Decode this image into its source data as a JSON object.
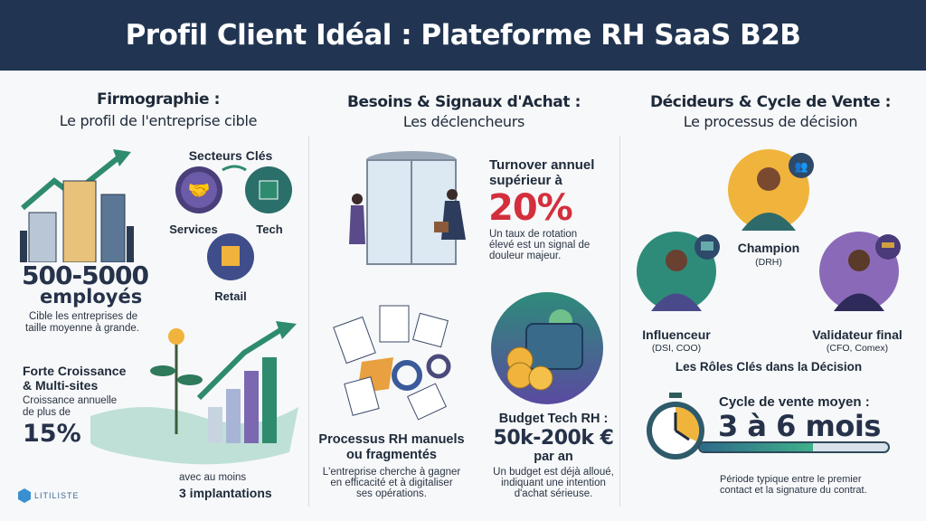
{
  "header": {
    "title": "Profil Client Idéal : Plateforme RH SaaS B2B"
  },
  "colors": {
    "header_bg": "#213552",
    "accent_red": "#d32f3c",
    "green": "#2e8b6e",
    "purple": "#6a4fa0",
    "gold": "#f0b43c"
  },
  "firmographie": {
    "title": "Firmographie :",
    "subtitle": "Le profil de l'entreprise cible",
    "sectors_title": "Secteurs Clés",
    "sectors": [
      {
        "label": "Services",
        "icon": "handshake-icon"
      },
      {
        "label": "Tech",
        "icon": "cloud-chip-icon"
      },
      {
        "label": "Retail",
        "icon": "shopping-bag-icon"
      }
    ],
    "size_value": "500-5000",
    "size_unit": "employés",
    "size_desc": [
      "Cible les entreprises de",
      "taille moyenne à grande."
    ],
    "growth_title": [
      "Forte Croissance",
      "& Multi-sites"
    ],
    "growth_desc": [
      "Croissance annuelle",
      "de plus de"
    ],
    "growth_value": "15%",
    "sites_desc": "avec au moins",
    "sites_value": "3 implantations",
    "logo": "LITILISTE"
  },
  "besoins": {
    "title": "Besoins & Signaux d'Achat :",
    "subtitle": "Les déclencheurs",
    "turnover_title": [
      "Turnover annuel",
      "supérieur à"
    ],
    "turnover_value": "20%",
    "turnover_desc": [
      "Un taux de rotation",
      "élevé est un signal de",
      "douleur majeur."
    ],
    "process_title": [
      "Processus RH manuels",
      "ou fragmentés"
    ],
    "process_desc": [
      "L'entreprise cherche à gagner",
      "en efficacité et à digitaliser",
      "ses opérations."
    ],
    "budget_title": "Budget Tech RH :",
    "budget_value": "50k-200k €",
    "budget_period": "par an",
    "budget_desc": [
      "Un budget est déjà alloué,",
      "indiquant une intention",
      "d'achat sérieuse."
    ]
  },
  "decideurs": {
    "title": "Décideurs & Cycle de Vente :",
    "subtitle": "Le processus de décision",
    "roles": [
      {
        "label": "Champion",
        "detail": "(DRH)",
        "icon": "team-icon"
      },
      {
        "label": "Influenceur",
        "detail": "(DSI, COO)",
        "icon": "monitor-icon"
      },
      {
        "label": "Validateur final",
        "detail": "(CFO, Comex)",
        "icon": "gavel-icon"
      }
    ],
    "roles_caption": "Les Rôles Clés dans la Décision",
    "cycle_title": "Cycle de vente moyen :",
    "cycle_value": "3 à 6 mois",
    "cycle_progress": 0.6,
    "cycle_desc": [
      "Période typique entre le premier",
      "contact et la signature du contrat."
    ]
  }
}
